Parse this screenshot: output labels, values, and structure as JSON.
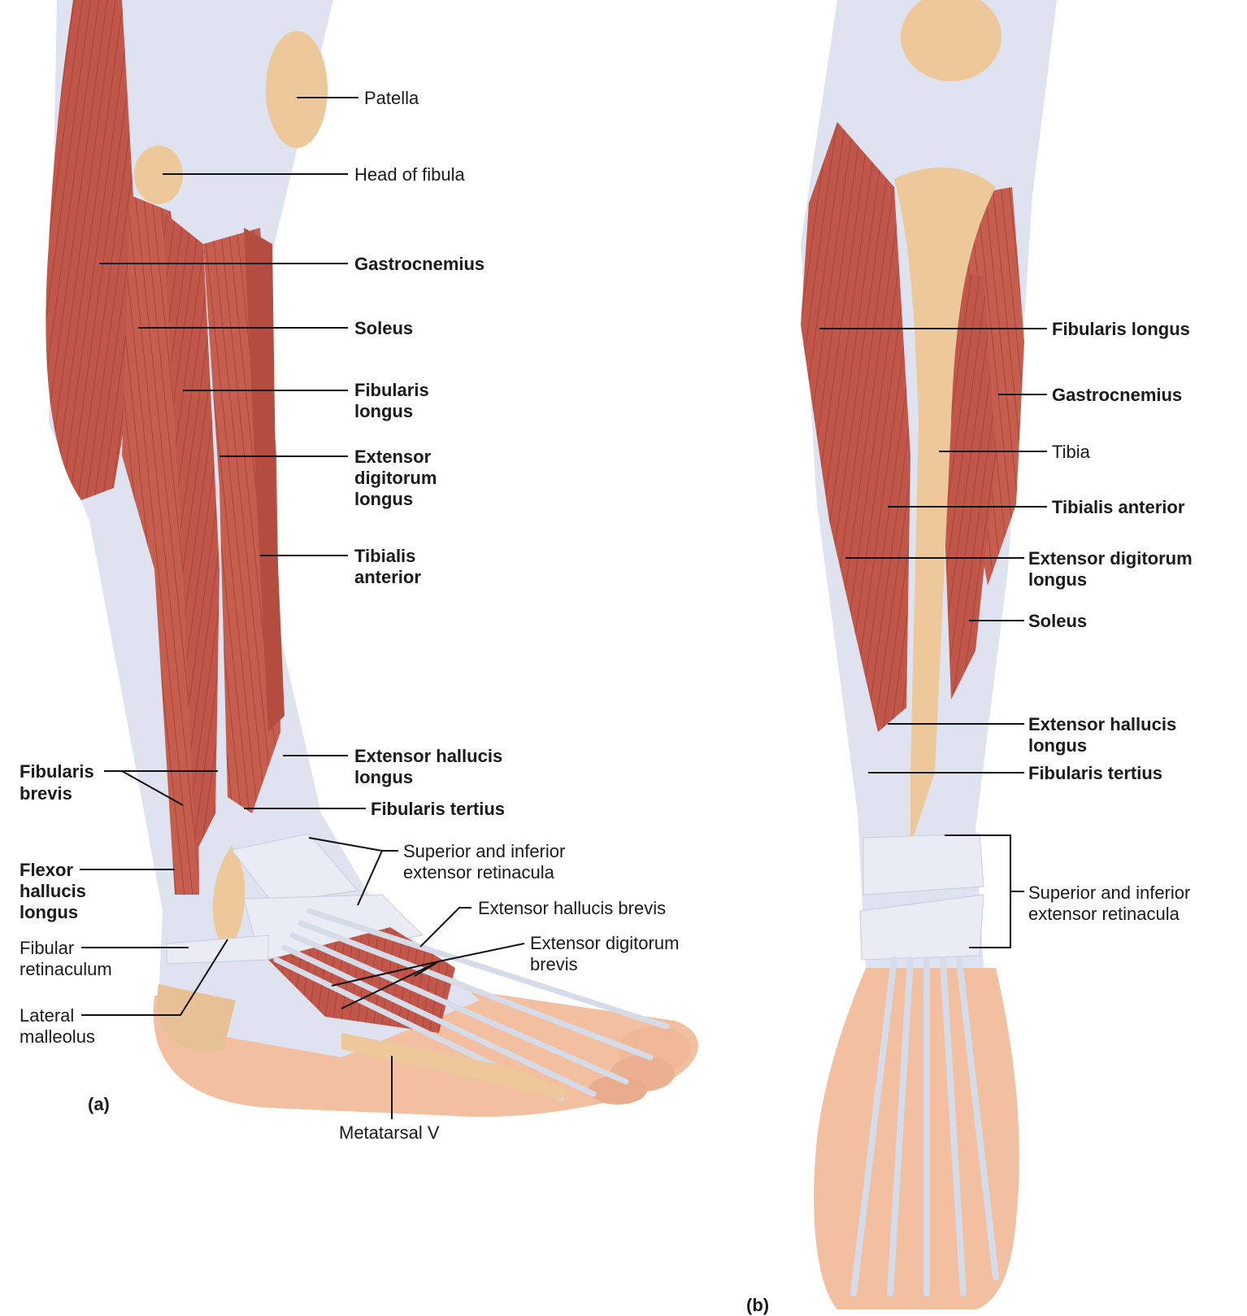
{
  "panel_a": {
    "caption": "(a)",
    "labels": {
      "patella": "Patella",
      "head_of_fibula": "Head of fibula",
      "gastrocnemius": "Gastrocnemius",
      "soleus": "Soleus",
      "fibularis_longus": [
        "Fibularis",
        "longus"
      ],
      "extensor_digitorum_longus": [
        "Extensor",
        "digitorum",
        "longus"
      ],
      "tibialis_anterior": [
        "Tibialis",
        "anterior"
      ],
      "extensor_hallucis_longus": [
        "Extensor hallucis",
        "longus"
      ],
      "fibularis_tertius": "Fibularis tertius",
      "fibularis_brevis": [
        "Fibularis",
        "brevis"
      ],
      "flexor_hallucis_longus": [
        "Flexor",
        "hallucis",
        "longus"
      ],
      "superior_inferior_retinacula": [
        "Superior and inferior",
        "extensor retinacula"
      ],
      "extensor_hallucis_brevis": "Extensor hallucis brevis",
      "extensor_digitorum_brevis": [
        "Extensor digitorum",
        "brevis"
      ],
      "fibular_retinaculum": [
        "Fibular",
        "retinaculum"
      ],
      "lateral_malleolus": [
        "Lateral",
        "malleolus"
      ],
      "metatarsal_v": "Metatarsal V"
    }
  },
  "panel_b": {
    "caption": "(b)",
    "labels": {
      "fibularis_longus": "Fibularis longus",
      "gastrocnemius": "Gastrocnemius",
      "tibia": "Tibia",
      "tibialis_anterior": "Tibialis anterior",
      "extensor_digitorum_longus": [
        "Extensor digitorum",
        "longus"
      ],
      "soleus": "Soleus",
      "extensor_hallucis_longus": [
        "Extensor hallucis",
        "longus"
      ],
      "fibularis_tertius": "Fibularis tertius",
      "superior_inferior_retinacula": [
        "Superior and inferior",
        "extensor retinacula"
      ]
    }
  },
  "colors": {
    "muscle": "#c0574a",
    "muscle_dark": "#9e3e33",
    "tendon": "#dfe3ef",
    "bone": "#ecc89a",
    "skin": "#f2bfa0",
    "leader": "#111111"
  }
}
